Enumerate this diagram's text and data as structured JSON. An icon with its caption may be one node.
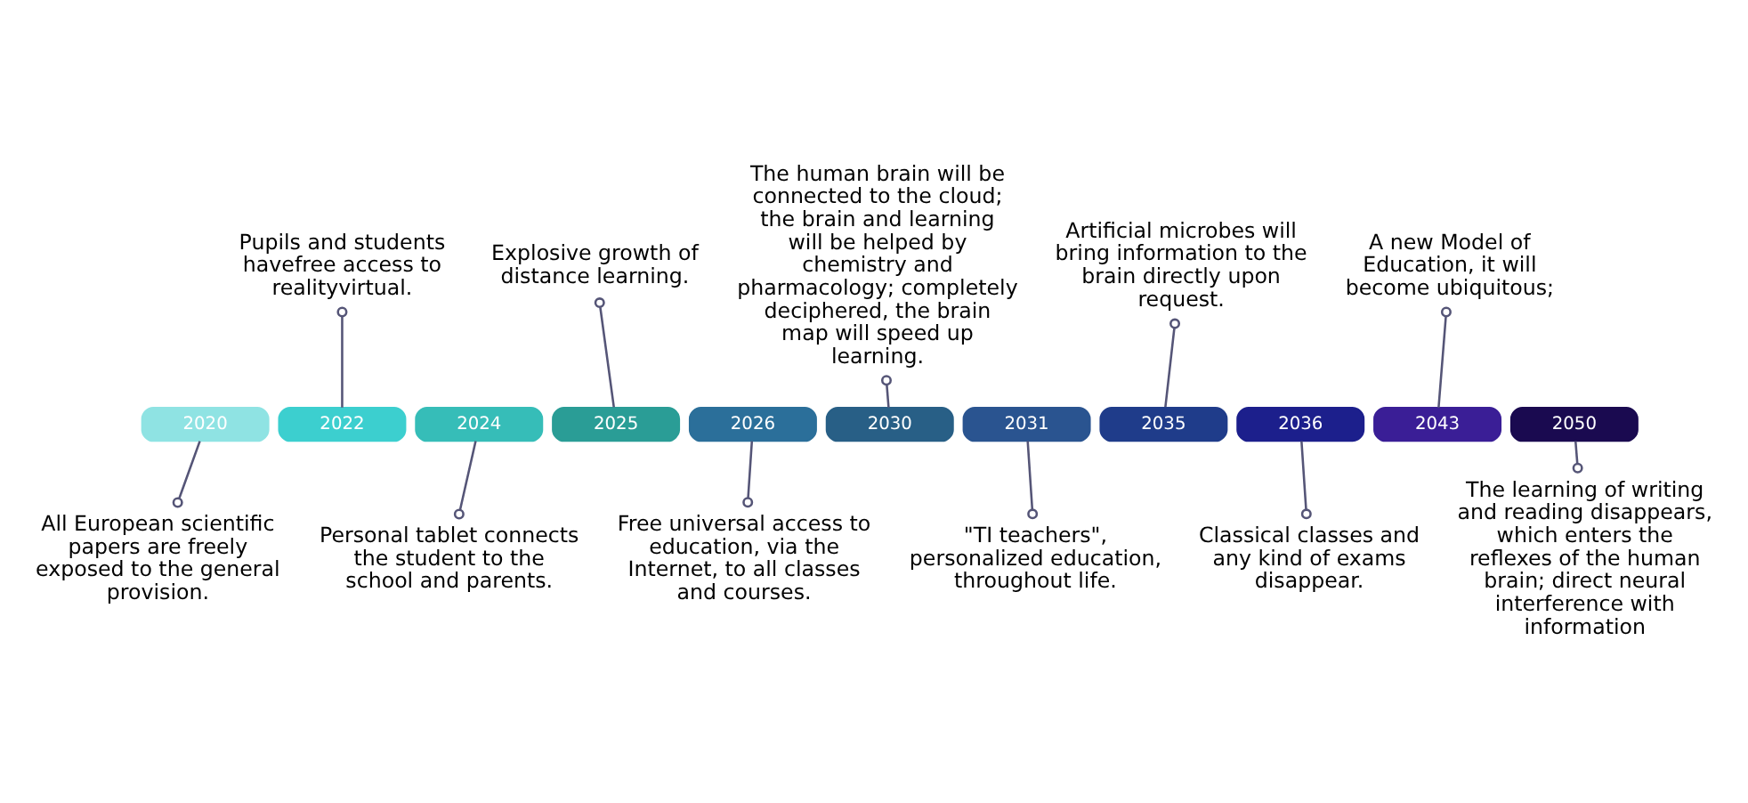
{
  "diagram": {
    "nodes": [
      {
        "text": [
          "2020"
        ]
      },
      {
        "text": [
          "2022"
        ]
      },
      {
        "text": [
          "2024"
        ]
      },
      {
        "text": [
          "2025"
        ]
      },
      {
        "text": [
          "2026"
        ]
      },
      {
        "text": [
          "2030"
        ]
      },
      {
        "text": [
          "2031"
        ]
      },
      {
        "text": [
          "2035"
        ]
      },
      {
        "text": [
          "2036"
        ]
      },
      {
        "text": [
          "2043"
        ]
      },
      {
        "text": [
          "2050"
        ]
      },
      {
        "text": [
          "All European scientific papers are freely exposed to the general provision."
        ]
      },
      {
        "text": [
          "Pupils and students havefree access to realityvirtual."
        ]
      },
      {
        "text": [
          "Personal tablet connects the student to the school and parents."
        ]
      },
      {
        "text": [
          "Explosive growth of distance learning."
        ]
      },
      {
        "text": [
          "Free universal access to education, via the Internet, to all classes and courses."
        ]
      },
      {
        "text": [
          "The human brain will be connected to the cloud; the brain and learning will be helped by chemistry and pharmacology; completely deciphered, the brain map will speed up learning."
        ]
      },
      {
        "text": [
          "\"TI teachers\", personalized education, throughout life."
        ]
      },
      {
        "text": [
          "Artificial microbes will bring information to the brain directly upon request."
        ]
      },
      {
        "text": [
          "Classical classes and any kind of exams disappear."
        ]
      },
      {
        "text": [
          "A new Model of Education, it will become ubiquitous;"
        ]
      },
      {
        "text": [
          "The learning of writing and reading disappears, which enters the reflexes of the human brain; direct neural interference with information"
        ]
      }
    ],
    "edges": [
      {
        "from": 0,
        "to": 11,
        "arrow": "other"
      },
      {
        "from": 1,
        "to": 12,
        "arrow": "other"
      },
      {
        "from": 2,
        "to": 13,
        "arrow": "other"
      },
      {
        "from": 3,
        "to": 14,
        "arrow": "other"
      },
      {
        "from": 4,
        "to": 15,
        "arrow": "other"
      },
      {
        "from": 5,
        "to": 16,
        "arrow": "other"
      },
      {
        "from": 6,
        "to": 17,
        "arrow": "other"
      },
      {
        "from": 7,
        "to": 18,
        "arrow": "other"
      },
      {
        "from": 8,
        "to": 19,
        "arrow": "other"
      },
      {
        "from": 9,
        "to": 20,
        "arrow": "other"
      },
      {
        "from": 10,
        "to": 21,
        "arrow": "other"
      }
    ]
  }
}
